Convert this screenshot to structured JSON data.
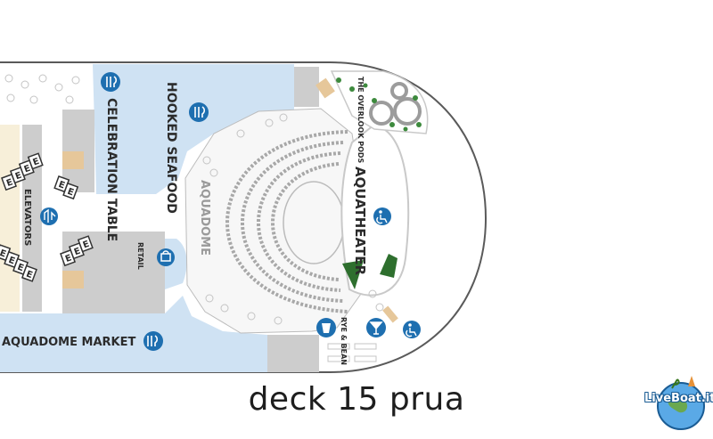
{
  "title": "deck 15 prua",
  "logo": {
    "text": "LiveBoat.it"
  },
  "areas": {
    "hooked_seafood": "HOOKED SEAFOOD",
    "celebration_table": "CELEBRATION TABLE",
    "aquadome": "AQUADOME",
    "aquatheater": "AQUATHEATER",
    "overlook_pods": "THE OVERLOOK PODS",
    "elevators": "ELEVATORS",
    "retail": "RETAIL",
    "aquadome_market": "AQUADOME MARKET",
    "rye_bean": "RYE & BEAN",
    "elevator_letter": "E"
  },
  "colors": {
    "water_blue": "#cfe2f3",
    "icon_blue": "#1e6fb0",
    "wall_gray": "#cdcdcd",
    "green": "#2e6f2e",
    "hull": "#5a5a5a"
  },
  "icons": [
    "dining-icon",
    "wifi-icon",
    "elevator-icon",
    "retail-icon",
    "coffee-icon",
    "cocktail-icon",
    "accessible-icon"
  ]
}
